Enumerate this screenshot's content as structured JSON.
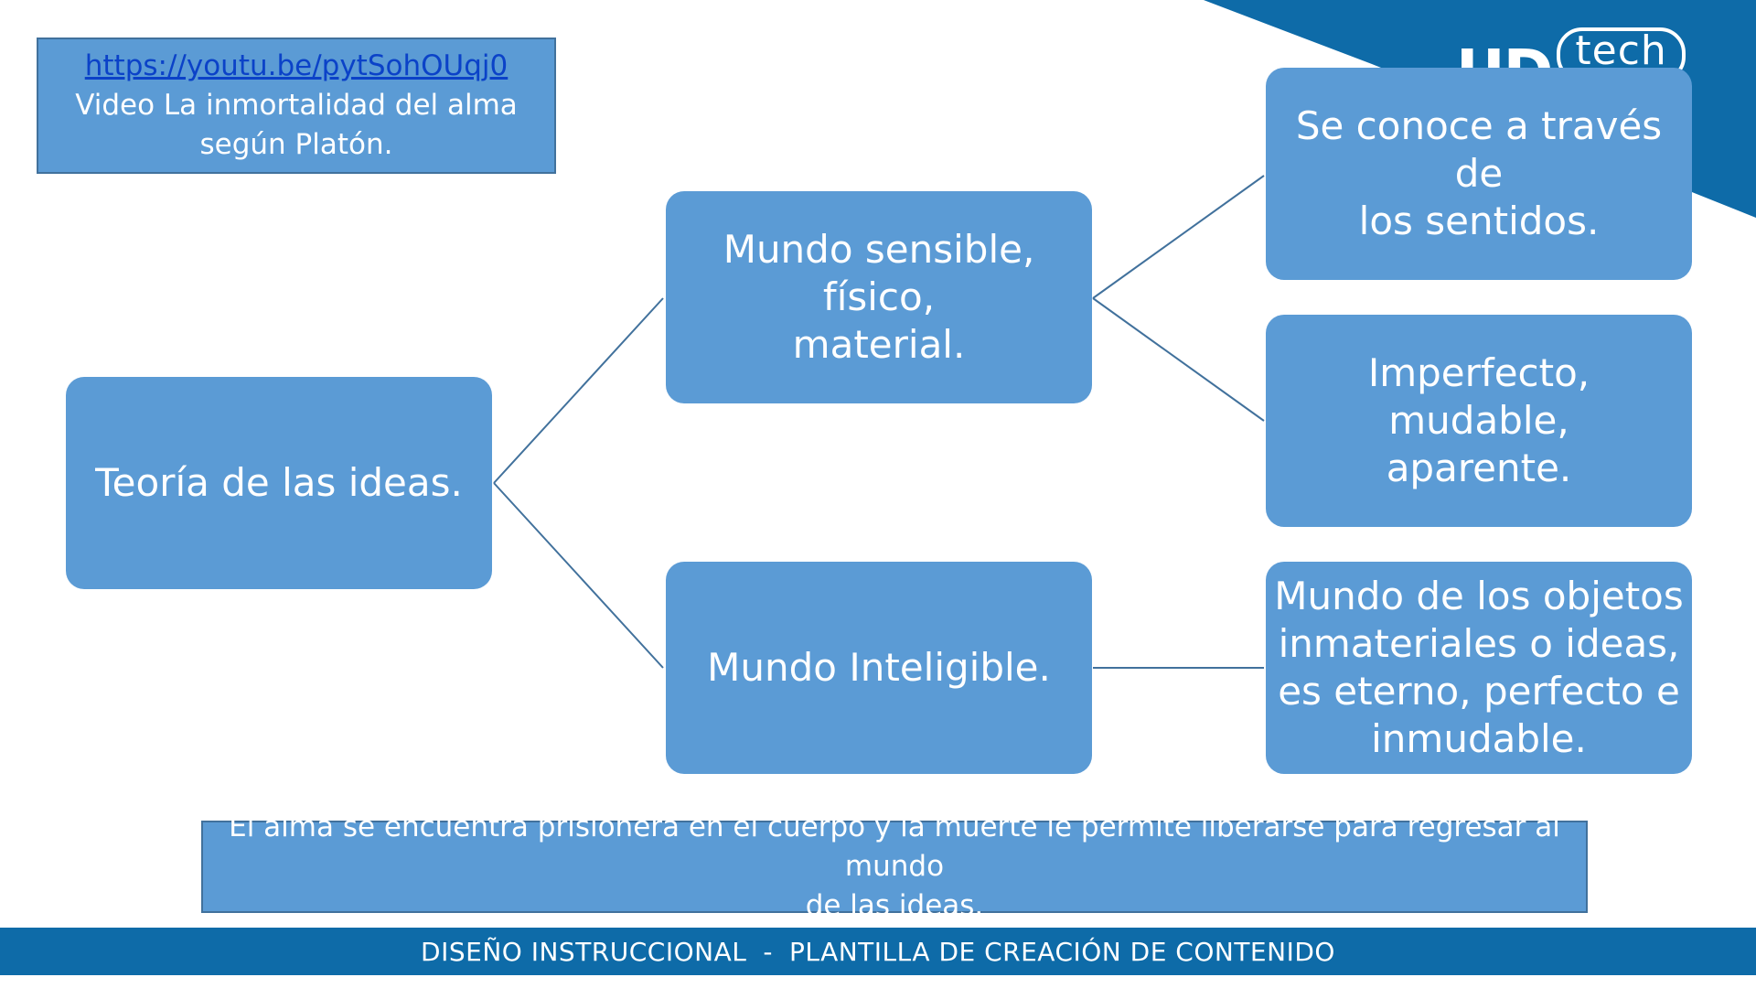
{
  "colors": {
    "node_fill": "#5b9bd5",
    "node_border": "#41719c",
    "connector": "#41719c",
    "brand_band": "#0e6ba8",
    "link": "#0b42c8"
  },
  "logo": {
    "mark": "UD",
    "tech": "tech"
  },
  "video": {
    "url": "https://youtu.be/pytSohOUqj0",
    "caption_line1": "Video La inmortalidad del alma",
    "caption_line2": "según Platón."
  },
  "diagram": {
    "root": "Teoría de las ideas.",
    "sensible": {
      "line1": "Mundo sensible, físico,",
      "line2": "material."
    },
    "intelligible": "Mundo Inteligible.",
    "sensible_children": [
      {
        "line1": "Se conoce a través de",
        "line2": "los sentidos."
      },
      {
        "line1": "Imperfecto, mudable,",
        "line2": "aparente."
      }
    ],
    "intelligible_child": {
      "line1": "Mundo de los objetos",
      "line2": "inmateriales o ideas,",
      "line3": "es eterno, perfecto e",
      "line4": "inmudable."
    }
  },
  "summary": {
    "line1": "El alma se encuentra prisionera en el cuerpo y la muerte le permite liberarse para regresar al mundo",
    "line2": "de las ideas."
  },
  "footer": {
    "left": "DISEÑO INSTRUCCIONAL",
    "separator": "-",
    "right": "PLANTILLA DE CREACIÓN DE CONTENIDO"
  }
}
